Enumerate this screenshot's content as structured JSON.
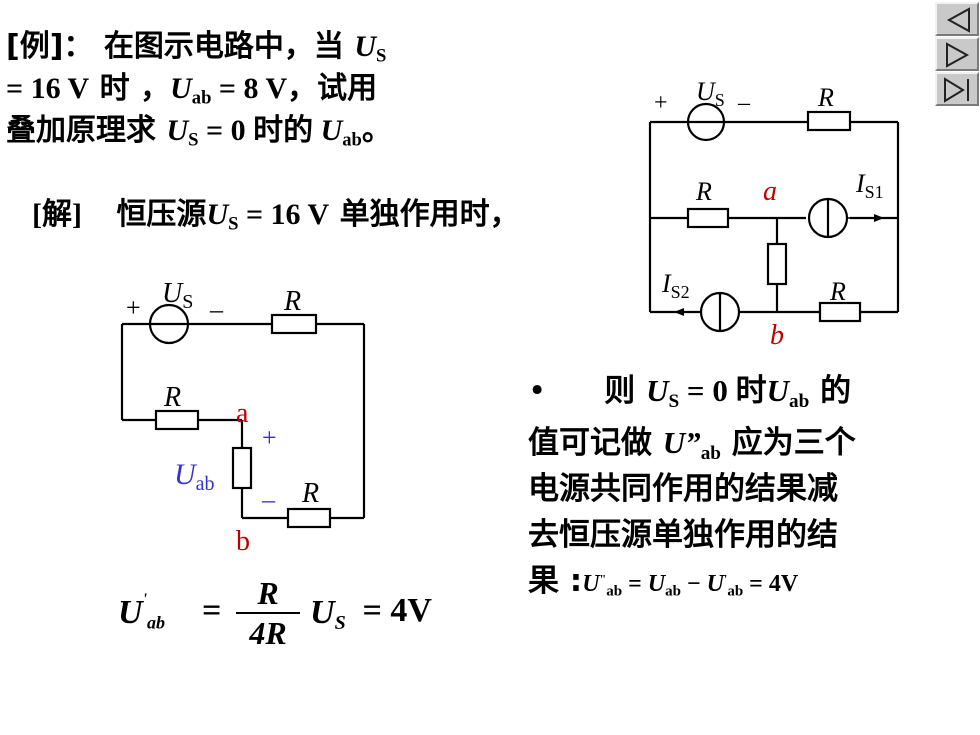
{
  "problem": {
    "line1_prefix": "[例]： 在图示电路中，当 ",
    "line2_text": " 时 ，",
    "line2_ab_value": " = 8 V，试用",
    "line3_text": "叠加原理求 ",
    "line3_mid": " = 0 时的 ",
    "line3_end": "。",
    "us_value": " = 16 V"
  },
  "solution": {
    "label": "[解]",
    "text_before": "恒压源",
    "text_after": " 单独作用时，"
  },
  "note": {
    "bullet": "•",
    "line1_a": "则 ",
    "line1_b": " = 0 时",
    "line1_c": " 的",
    "line2_a": "值可记做 ",
    "line2_b": " 应为三个",
    "line3": "电源共同作用的结果减",
    "line4": "去恒压源单独作用的结",
    "line5_a": "果 :",
    "eq_result": " = 4V"
  },
  "formula": {
    "lhs": "U",
    "lhs_sub": "ab",
    "num": "R",
    "den": "4R",
    "rhs_sym": "U",
    "rhs_sub": "S",
    "rhs_val": " = 4V"
  },
  "symbols": {
    "U": "U",
    "S": "S",
    "ab": "ab",
    "Udd": "U”",
    "I": "I",
    "S1": "S1",
    "S2": "S2"
  },
  "circuit_main": {
    "source_label": "U",
    "source_sub": "S",
    "plus": "+",
    "minus": "–",
    "resistor": "R",
    "node_a": "a",
    "node_b": "b",
    "current1": "I",
    "current1_sub": "S1",
    "current2": "I",
    "current2_sub": "S2"
  },
  "circuit_sub": {
    "source_label": "U",
    "source_sub": "S",
    "plus": "+",
    "minus": "–",
    "resistor": "R",
    "node_a": "a",
    "node_b": "b",
    "uab": "U",
    "uab_sub": "ab",
    "uab_plus": "+",
    "uab_minus": "–"
  },
  "colors": {
    "node_label": "#c00000",
    "uab_label": "#3333cc",
    "nav_bg": "#c9c9c9"
  },
  "nav": [
    "prev-slide-icon",
    "next-slide-icon",
    "last-slide-icon"
  ]
}
